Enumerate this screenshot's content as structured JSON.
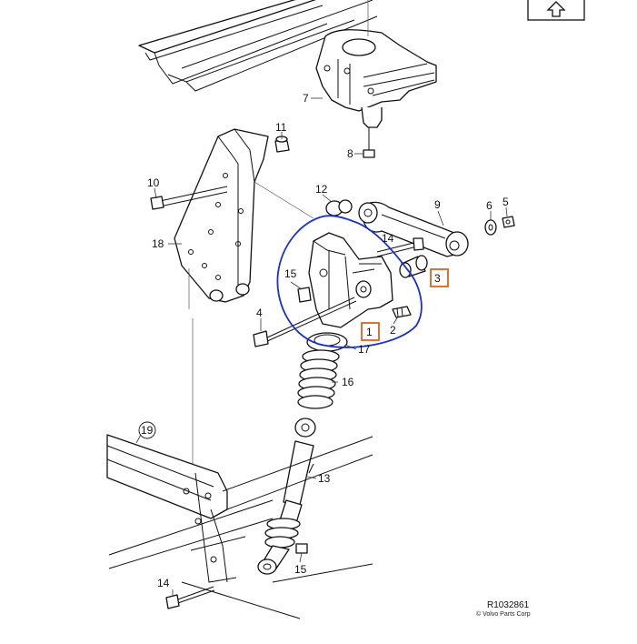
{
  "nav": {
    "up_icon": "up-arrow-icon"
  },
  "callouts": {
    "c1": "1",
    "c2": "2",
    "c3": "3",
    "c4": "4",
    "c5": "5",
    "c6": "6",
    "c7": "7",
    "c8": "8",
    "c9": "9",
    "c10": "10",
    "c11": "11",
    "c12": "12",
    "c13": "13",
    "c14a": "14",
    "c14b": "14",
    "c15a": "15",
    "c15b": "15",
    "c16": "16",
    "c17": "17",
    "c18": "18",
    "c19": "19"
  },
  "reference": {
    "code": "R1032861",
    "copyright": "© Volvo Parts Corp"
  },
  "highlight_colors": {
    "circle": "#1a2fd0",
    "box": "#d9661c"
  }
}
